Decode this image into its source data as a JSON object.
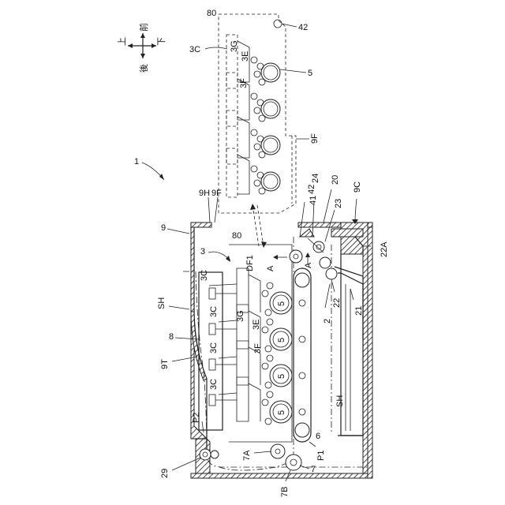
{
  "figure": {
    "ref_main": "1",
    "labels": {
      "L80_top": "80",
      "L42_top": "42",
      "L3C_top": "3C",
      "L3G_top": "3G",
      "L3E_top": "3E",
      "L5_top": "5",
      "L3F_top": "3F",
      "L9F_top": "9F",
      "L9H": "9H",
      "L9F_mid": "9F",
      "L9": "9",
      "L42_mid": "42",
      "L41": "41",
      "L24": "24",
      "L20": "20",
      "L9C": "9C",
      "L23": "23",
      "L80_mid": "80",
      "L3": "3",
      "LDF1": "DF1",
      "LA1": "A",
      "LA2": "A",
      "L22A": "22A",
      "L3C_a": "3C",
      "L3C_b": "3C",
      "L3C_c": "3C",
      "L3C_d": "3C",
      "L3G_in": "3G",
      "L3E_in": "3E",
      "L3F_in": "3F",
      "LSH_left": "SH",
      "L8": "8",
      "L9T": "9T",
      "LP2": "P2",
      "L29": "29",
      "L7A": "7A",
      "LP1": "P1",
      "L6": "6",
      "L7": "7",
      "L7B": "7B",
      "LSH_right": "SH",
      "L2": "2",
      "L22": "22",
      "L21": "21",
      "L5a": "5",
      "L5b": "5",
      "L5c": "5",
      "L5d": "5"
    },
    "compass": {
      "up": "上",
      "front": "前",
      "down": "下",
      "rear": "後"
    }
  }
}
